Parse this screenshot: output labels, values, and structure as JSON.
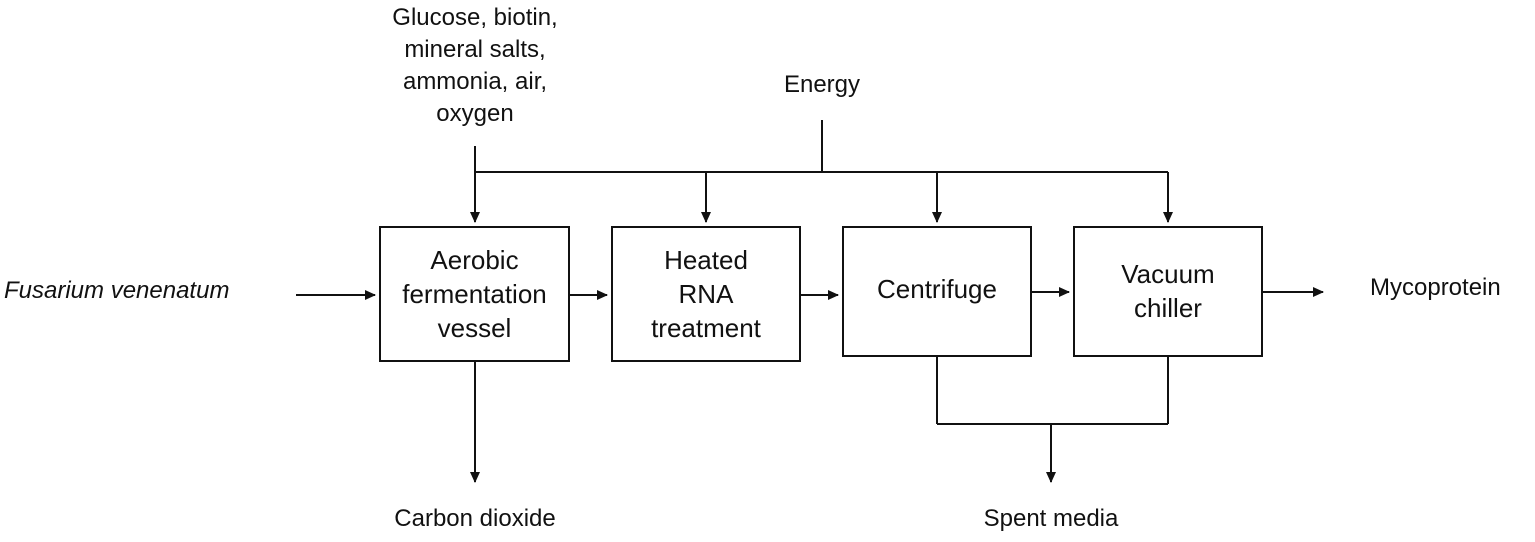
{
  "inputs": {
    "organism": "Fusarium venenatum",
    "nutrients": "Glucose, biotin,\nmineral salts,\nammonia, air,\noxygen",
    "energy": "Energy"
  },
  "process_steps": [
    {
      "id": "fermentation",
      "label": "Aerobic\nfermentation\nvessel"
    },
    {
      "id": "rna",
      "label": "Heated\nRNA\ntreatment"
    },
    {
      "id": "centrifuge",
      "label": "Centrifuge"
    },
    {
      "id": "chiller",
      "label": "Vacuum\nchiller"
    }
  ],
  "outputs": {
    "product": "Mycoprotein",
    "co2": "Carbon dioxide",
    "spent": "Spent media"
  },
  "colors": {
    "line": "#111111",
    "background": "#ffffff"
  }
}
